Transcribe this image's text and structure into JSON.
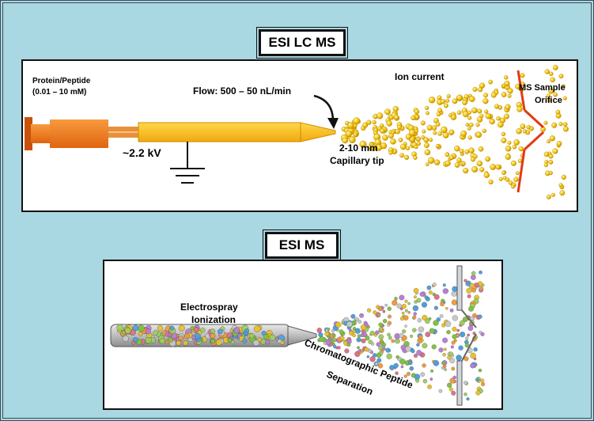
{
  "top_panel": {
    "title": "ESI LC MS",
    "sample_label_line1": "Protein/Peptide",
    "sample_label_line2": "(0.01 – 10 mM)",
    "flow_label": "Flow: 500 – 50 nL/min",
    "voltage_label": "~2.2 kV",
    "tip_label_line1": "2-10 mm",
    "tip_label_line2": "Capillary tip",
    "ion_current_label": "Ion current",
    "orifice_label_line1": "MS Sample",
    "orifice_label_line2": "Orifice"
  },
  "bottom_panel": {
    "title": "ESI MS",
    "electrospray_label_line1": "Electrospray",
    "electrospray_label_line2": "Ionization",
    "separation_label_line1": "Chromatographic Peptide",
    "separation_label_line2": "Separation"
  },
  "colors": {
    "background": "#a9d7e2",
    "syringe": "#f07a1c",
    "capillary": "#f7c21e",
    "droplet": "#f3c512",
    "orifice": "#e23a12"
  },
  "icons": [
    "syringe-icon",
    "ground-symbol-icon",
    "curved-arrow-icon",
    "electrospray-tube-icon",
    "orifice-icon"
  ]
}
